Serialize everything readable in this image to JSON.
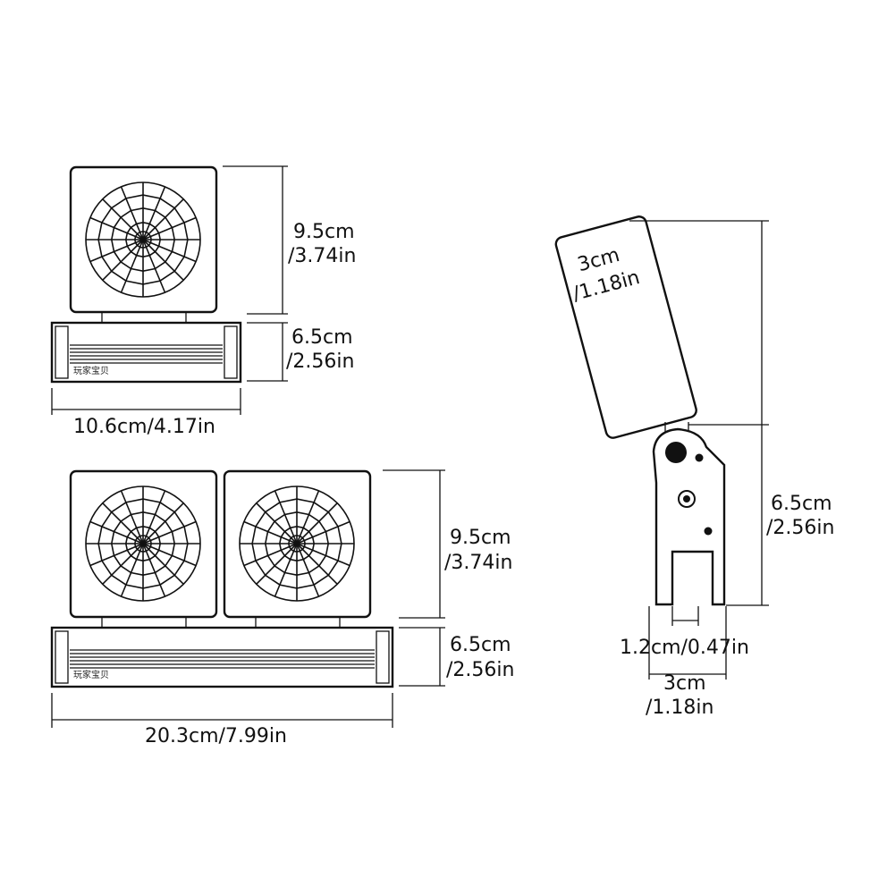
{
  "single_fan": {
    "height_fan": "9.5cm",
    "height_fan_in": "/3.74in",
    "height_base": "6.5cm",
    "height_base_in": "/2.56in",
    "width": "10.6cm/4.17in",
    "brand": "玩家宝贝"
  },
  "double_fan": {
    "height_fan": "9.5cm",
    "height_fan_in": "/3.74in",
    "height_base": "6.5cm",
    "height_base_in": "/2.56in",
    "width": "20.3cm/7.99in",
    "brand": "玩家宝贝"
  },
  "side_view": {
    "fan_width": "3cm",
    "fan_width_in": "/1.18in",
    "clip_height": "6.5cm",
    "clip_height_in": "/2.56in",
    "slot_width": "1.2cm/0.47in",
    "clip_width": "3cm",
    "clip_width_in": "/1.18in"
  }
}
